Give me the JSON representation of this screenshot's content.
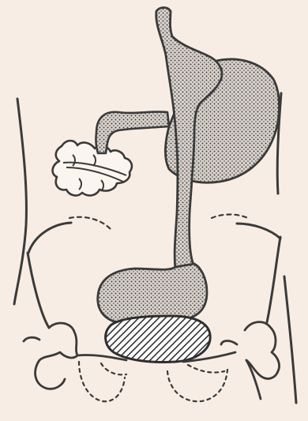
{
  "figure": {
    "colors": {
      "background": "#f7ede4",
      "outline": "#3a3a3a",
      "stipple_fill": "#d9d2cc",
      "stipple_dot": "#3c3c3c",
      "hatch_line": "#2e2e2e",
      "contrast_light": "#fbf5ef"
    },
    "structures": [
      "body-outline",
      "esophagus",
      "stomach",
      "duodenum",
      "small-intestine-loops",
      "transplanted-colon-segment",
      "ileal-pouch",
      "rectal-stump",
      "pelvis"
    ]
  }
}
